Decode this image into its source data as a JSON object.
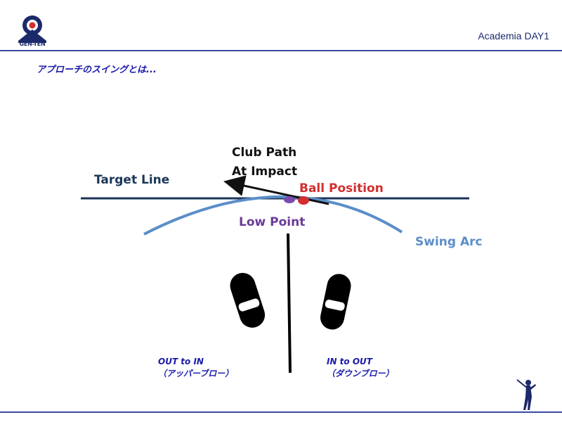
{
  "header": {
    "logo_text": "GEN-TEN",
    "title": "Academia DAY1"
  },
  "subtitle": "アプローチのスイングとは...",
  "diagram": {
    "target_line_label": "Target Line",
    "club_path_label_line1": "Club Path",
    "club_path_label_line2": "At Impact",
    "ball_position_label": "Ball Position",
    "low_point_label": "Low Point",
    "swing_arc_label": "Swing Arc",
    "out_to_in_line1": "OUT to IN",
    "out_to_in_line2": "（アッパーブロー）",
    "in_to_out_line1": "IN to OUT",
    "in_to_out_line2": "（ダウンブロー）"
  },
  "colors": {
    "header_blue": "#1c2a6b",
    "target_line": "#1b3557",
    "swing_arc": "#5b8ec8",
    "ball": "#d22f2f",
    "low_point": "#6a3b96",
    "caption_blue": "#1a1aa8"
  },
  "icons": [
    "gen-ten-logo",
    "golfer-silhouette-icon",
    "shoe-left-icon",
    "shoe-right-icon"
  ]
}
